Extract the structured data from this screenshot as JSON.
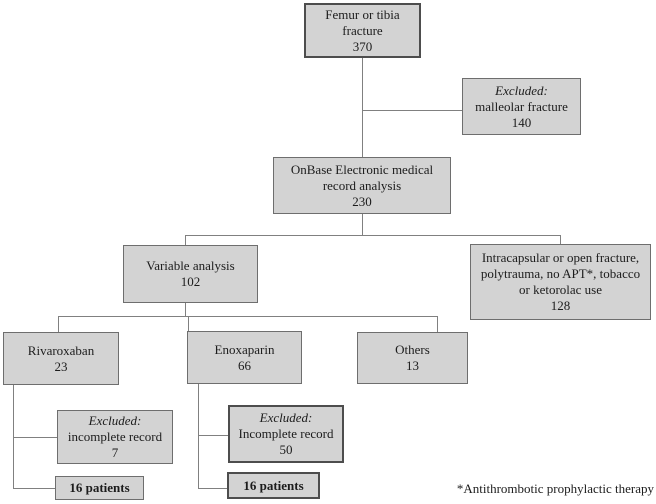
{
  "figure": {
    "type": "patient-flow-diagram",
    "footnote": "*Antithrombotic prophylactic therapy"
  },
  "colors": {
    "box_fill": "#d3d3d3",
    "box_border": "#6e6e6e",
    "box_border_dark": "#4d4d4d",
    "connector": "#808080",
    "background": "#ffffff"
  },
  "boxes": {
    "femur": {
      "lines": [
        "Femur or tibia",
        "fracture",
        "370"
      ]
    },
    "excluded_malleolar": {
      "lines": [
        "Excluded:",
        "malleolar fracture",
        "140"
      ]
    },
    "onbase": {
      "lines": [
        "OnBase Electronic medical",
        "record analysis",
        "230"
      ]
    },
    "variable": {
      "lines": [
        "Variable analysis",
        "102"
      ]
    },
    "intracapsular": {
      "lines": [
        "Intracapsular or open fracture,",
        "polytrauma, no APT*, tobacco",
        "or ketorolac use",
        "128"
      ]
    },
    "rivaroxaban": {
      "lines": [
        "Rivaroxaban",
        "23"
      ]
    },
    "enoxaparin": {
      "lines": [
        "Enoxaparin",
        "66"
      ]
    },
    "others": {
      "lines": [
        "Others",
        "13"
      ]
    },
    "excluded_incomplete_7": {
      "lines": [
        "Excluded:",
        "incomplete record",
        "7"
      ]
    },
    "excluded_incomplete_50": {
      "lines": [
        "Excluded:",
        "Incomplete record",
        "50"
      ]
    },
    "patients_left": {
      "lines": [
        "16 patients"
      ]
    },
    "patients_right": {
      "lines": [
        "16 patients"
      ]
    }
  }
}
